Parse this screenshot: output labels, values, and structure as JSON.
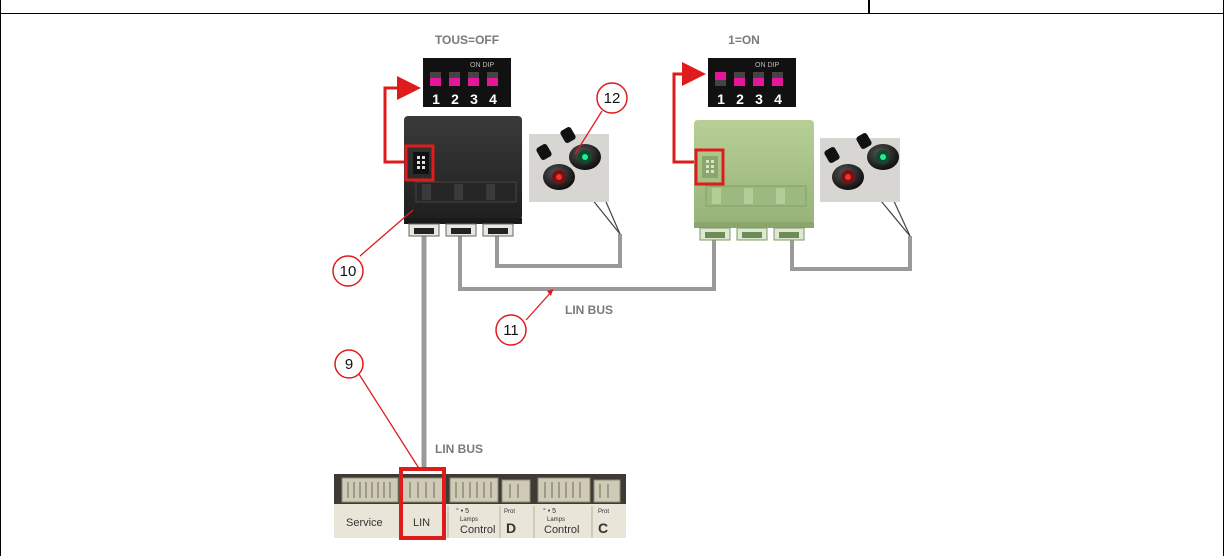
{
  "labels": {
    "dip_left_title": "TOUS=OFF",
    "dip_right_title": "1=ON",
    "bus_label_right": "LIN BUS",
    "bus_label_vertical": "LIN BUS"
  },
  "dip_switch": {
    "numbers": [
      "1",
      "2",
      "3",
      "4"
    ],
    "header_text": "ON  DIP",
    "left_state": [
      "off",
      "off",
      "off",
      "off"
    ],
    "right_state": [
      "on",
      "off",
      "off",
      "off"
    ]
  },
  "callouts": [
    "9",
    "10",
    "11",
    "12"
  ],
  "pcb_connector": {
    "service": "Service",
    "lin": "LIN",
    "lamps_small": "Lamps",
    "control": "Control",
    "d": "D",
    "c": "C",
    "pin_marks": "°  •  5",
    "prot": "Prot"
  },
  "colors": {
    "highlight_red": "#e01b1b",
    "module_dark": "#2e2e2e",
    "module_green": "#a9c48a",
    "cable_gray": "#9a9a9a",
    "dip_pink": "#e6169c"
  }
}
